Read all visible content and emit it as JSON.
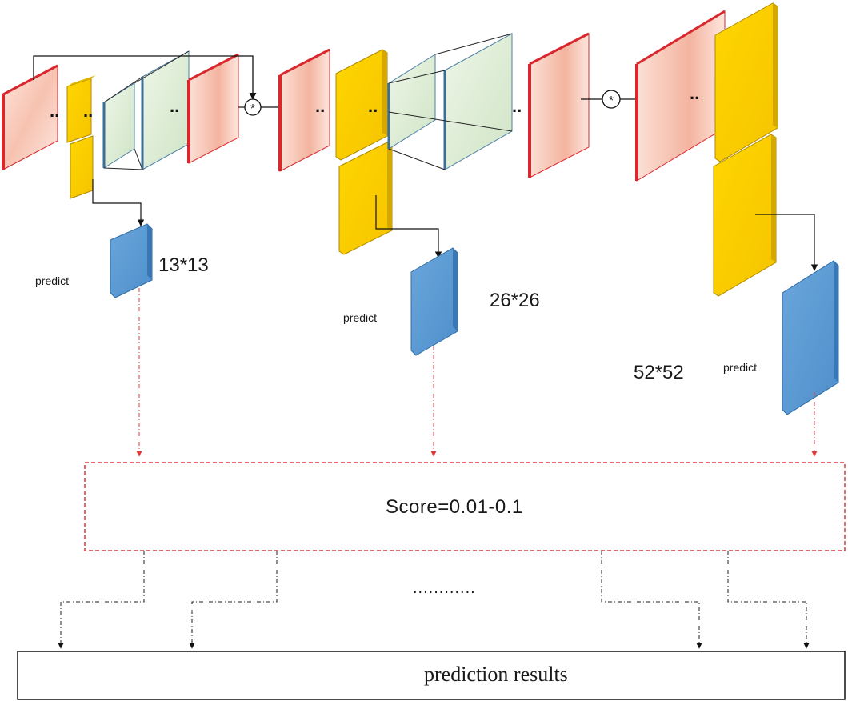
{
  "colors": {
    "conv_red_edge": "#d9272e",
    "conv_fill": "#f7c7b8",
    "yellow": "#ffd000",
    "yellow_side": "#c9a000",
    "green_fill": "#dfeed6",
    "green_edge": "#4b7fa8",
    "blue": "#5b9bd5",
    "blue_side": "#2e6da4",
    "dashed_red": "#e0393e"
  },
  "labels": {
    "predict_1": "predict",
    "predict_2": "predict",
    "predict_3": "predict",
    "size_1": "13*13",
    "size_2": "26*26",
    "size_3": "52*52",
    "score": "Score=0.01-0.1",
    "ellipsis": "............",
    "result": "prediction results",
    "concat_symbol": "*"
  }
}
